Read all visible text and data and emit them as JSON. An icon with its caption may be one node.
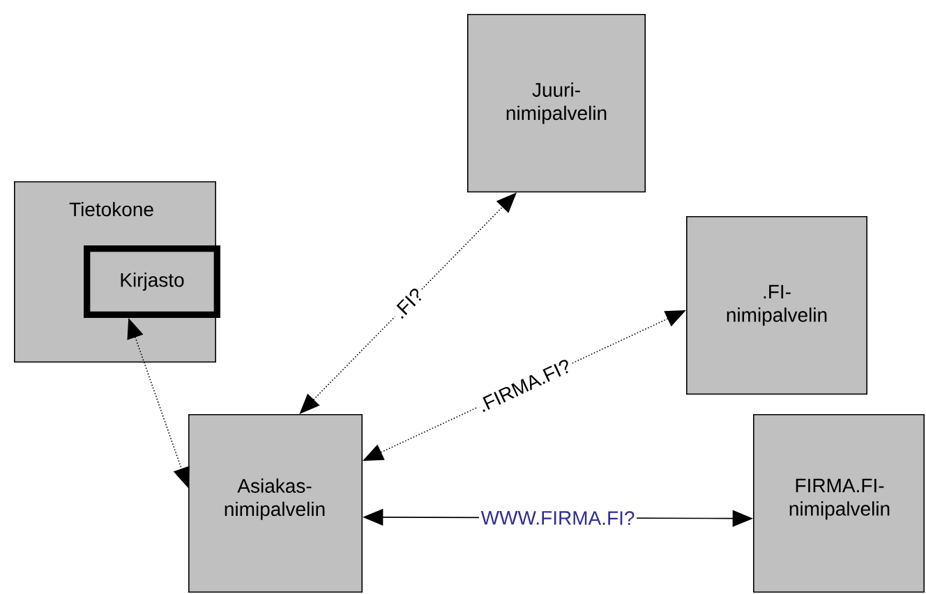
{
  "diagram": {
    "nodes": [
      {
        "text": [
          "Tietokone"
        ]
      },
      {
        "text": [
          "Kirjasto"
        ],
        "in": 0
      },
      {
        "text": [
          "Juuri- nimipalvelin"
        ]
      },
      {
        "text": [
          ".FI- nimipalvelin"
        ]
      },
      {
        "text": [
          "Asiakas- nimipalvelin"
        ]
      },
      {
        "text": [
          "FIRMA.FI- nimipalvelin"
        ]
      }
    ],
    "edges": [
      {
        "from": 1,
        "to": 4,
        "arrow": "both",
        "style": "dashed"
      },
      {
        "from": 4,
        "to": 2,
        "arrow": "both",
        "style": "dashed",
        "label": ".FI?"
      },
      {
        "from": 4,
        "to": 3,
        "arrow": "both",
        "style": "dashed",
        "label": ".FIRMA.FI?"
      },
      {
        "from": 4,
        "to": 5,
        "arrow": "both",
        "label": "WWW.FIRMA.FI?"
      }
    ]
  }
}
